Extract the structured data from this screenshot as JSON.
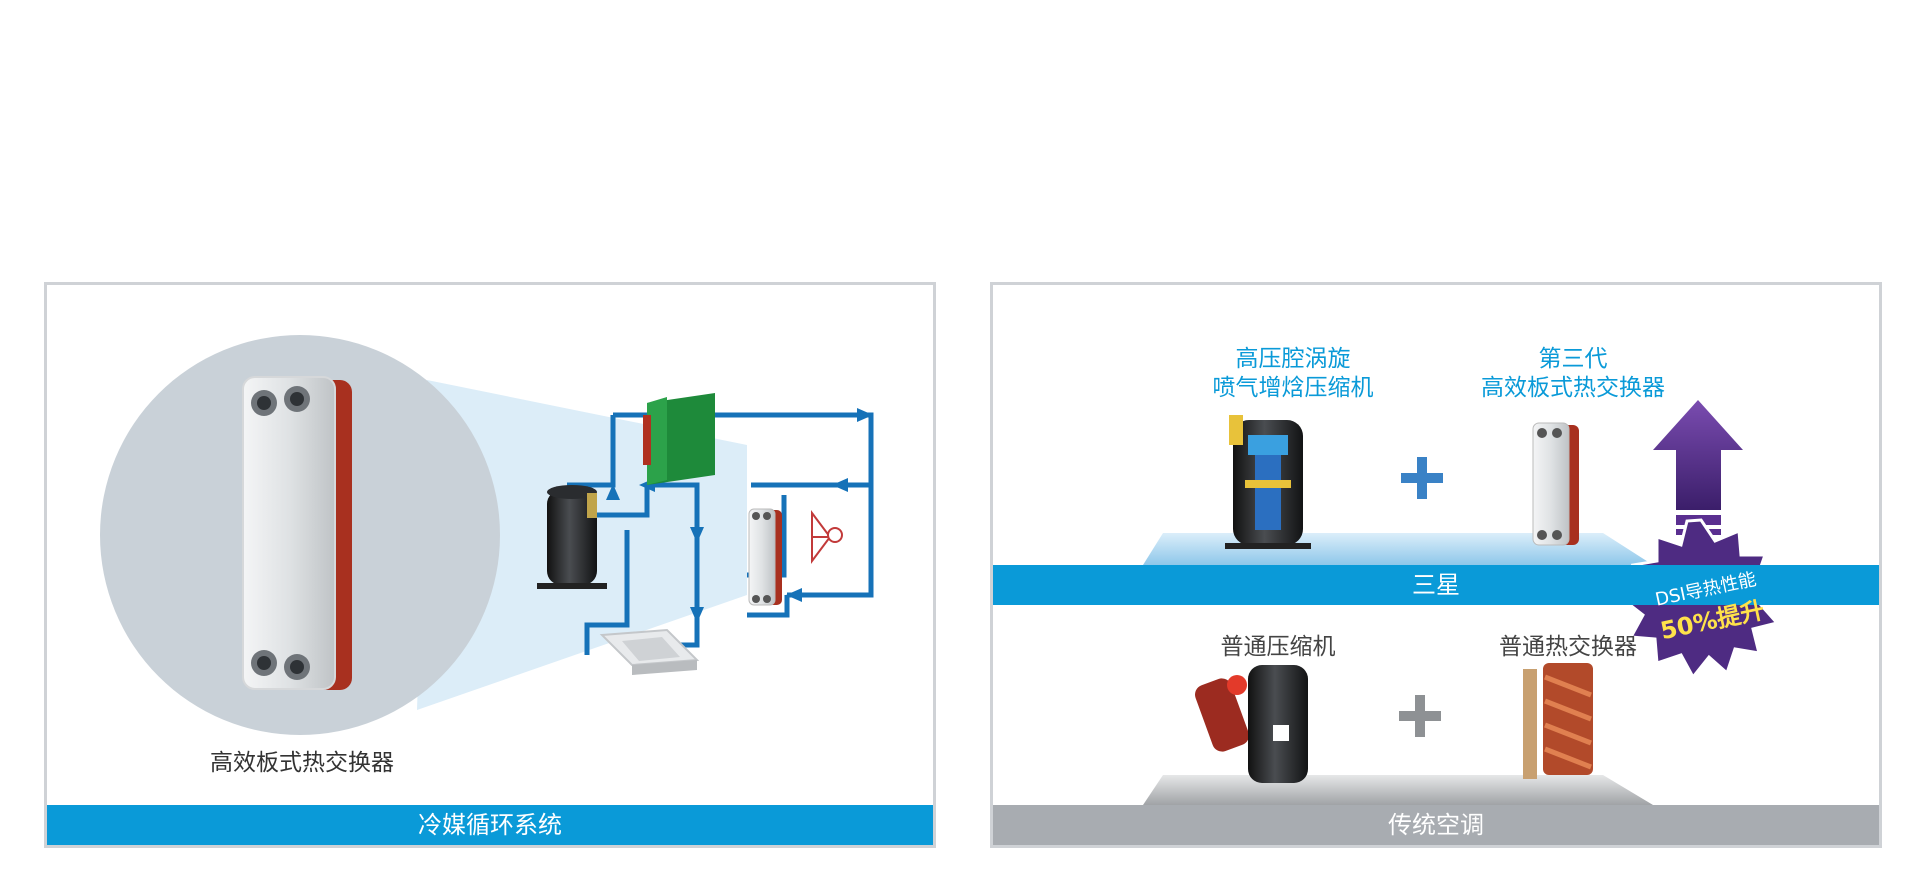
{
  "left_panel": {
    "heat_exchanger_caption": "高效板式热交换器",
    "footer_label": "冷媒循环系统"
  },
  "right_panel": {
    "samsung_compressor_title": [
      "高压腔涡旋",
      "喷气增焓压缩机"
    ],
    "samsung_exchanger_title": [
      "第三代",
      "高效板式热交换器"
    ],
    "samsung_bar_label": "三星",
    "badge_line1": "DSI导热性能",
    "badge_line2": "50%提升",
    "normal_compressor_title": "普通压缩机",
    "normal_exchanger_title": "普通热交换器",
    "footer_label": "传统空调"
  },
  "colors": {
    "accent_blue": "#0a9ad8",
    "pipe_blue": "#1672b8",
    "bar_gray": "#a8acb1",
    "badge_purple": "#4e2b82",
    "badge_yellow": "#ffe24a",
    "copper": "#b8402a"
  },
  "icons": [
    "plate-heat-exchanger-icon",
    "compressor-icon",
    "condenser-coil-icon",
    "expansion-valve-icon",
    "cassette-indoor-unit-icon",
    "plus-icon",
    "up-arrow-icon",
    "starburst-badge-icon",
    "copper-coil-icon"
  ]
}
